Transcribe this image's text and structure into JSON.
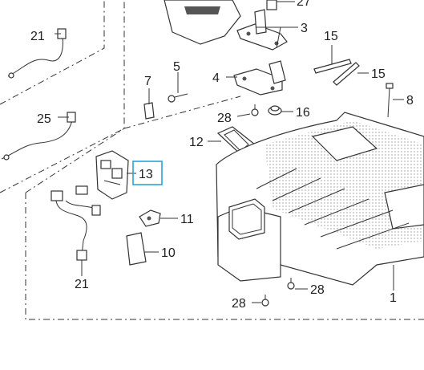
{
  "callouts": [
    {
      "id": "1",
      "text": "1"
    },
    {
      "id": "3",
      "text": "3"
    },
    {
      "id": "4",
      "text": "4"
    },
    {
      "id": "5",
      "text": "5"
    },
    {
      "id": "7",
      "text": "7"
    },
    {
      "id": "8",
      "text": "8"
    },
    {
      "id": "10",
      "text": "10"
    },
    {
      "id": "11",
      "text": "11"
    },
    {
      "id": "12",
      "text": "12"
    },
    {
      "id": "13",
      "text": "13"
    },
    {
      "id": "15a",
      "text": "15"
    },
    {
      "id": "15b",
      "text": "15"
    },
    {
      "id": "16",
      "text": "16"
    },
    {
      "id": "21a",
      "text": "21"
    },
    {
      "id": "21b",
      "text": "21"
    },
    {
      "id": "25",
      "text": "25"
    },
    {
      "id": "27",
      "text": "27"
    },
    {
      "id": "28a",
      "text": "28"
    },
    {
      "id": "28b",
      "text": "28"
    },
    {
      "id": "28c",
      "text": "28"
    }
  ],
  "highlight": {
    "callout": "13",
    "color": "#29a3d9"
  }
}
